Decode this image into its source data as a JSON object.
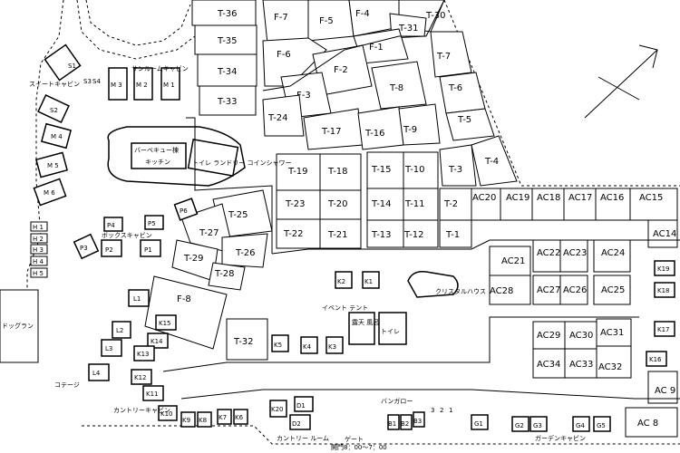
{
  "lots": {
    "t36": "T-36",
    "t35": "T-35",
    "t34": "T-34",
    "t33": "T-33",
    "f7": "F-7",
    "f5": "F-5",
    "f4": "F-4",
    "t30": "T-30",
    "t31": "T-31",
    "f6": "F-6",
    "f1": "F-1",
    "t7": "T-7",
    "f2": "F-2",
    "f3": "F-3",
    "t8": "T-8",
    "t6": "T-6",
    "t5": "T-5",
    "t24": "T-24",
    "t17": "T-17",
    "t16": "T-16",
    "t9": "T-9",
    "t4": "T-4",
    "t3": "T-3",
    "t19": "T-19",
    "t18": "T-18",
    "t15": "T-15",
    "t10": "T-10",
    "t23": "T-23",
    "t20": "T-20",
    "t14": "T-14",
    "t11": "T-11",
    "t2": "T-2",
    "t22": "T-22",
    "t21": "T-21",
    "t13": "T-13",
    "t12": "T-12",
    "t1": "T-1",
    "t25": "T-25",
    "t27": "T-27",
    "t26": "T-26",
    "t29": "T-29",
    "t28": "T-28",
    "f8": "F-8",
    "t32": "T-32",
    "ac20": "AC20",
    "ac19": "AC19",
    "ac18": "AC18",
    "ac17": "AC17",
    "ac16": "AC16",
    "ac15": "AC15",
    "ac14": "AC14",
    "ac21": "AC21",
    "ac22": "AC22",
    "ac23": "AC23",
    "ac24": "AC24",
    "ac28": "AC28",
    "ac27": "AC27",
    "ac26": "AC26",
    "ac25": "AC25",
    "ac29": "AC29",
    "ac30": "AC30",
    "ac31": "AC31",
    "ac34": "AC34",
    "ac33": "AC33",
    "ac32": "AC32",
    "ac9": "AC 9",
    "ac8": "AC 8"
  },
  "cabins": {
    "s1": "S1",
    "s2": "S2",
    "s3": "S3",
    "s4": "S4",
    "m1": "M 1",
    "m2": "M 2",
    "m3": "M 3",
    "m4": "M 4",
    "m5": "M 5",
    "m6": "M 6",
    "p1": "P1",
    "p2": "P2",
    "p3": "P3",
    "p4": "P4",
    "p5": "P5",
    "p6": "P6",
    "h1": "H 1",
    "h2": "H 2",
    "h3": "H 3",
    "h4": "H 4",
    "h5": "H 5",
    "l1": "L1",
    "l2": "L2",
    "l3": "L3",
    "l4": "L4",
    "k1": "K1",
    "k2": "K2",
    "k3": "K3",
    "k4": "K4",
    "k5": "K5",
    "k6": "K6",
    "k7": "K7",
    "k8": "K8",
    "k9": "K9",
    "k10": "K10",
    "k11": "K11",
    "k12": "K12",
    "k13": "K13",
    "k14": "K14",
    "k15": "K15",
    "k16": "K16",
    "k17": "K17",
    "k18": "K18",
    "k19": "K19",
    "k20": "K20",
    "d1": "D1",
    "d2": "D2",
    "b1": "B1",
    "b2": "B2",
    "b3": "B3",
    "g1": "G1",
    "g2": "G2",
    "g3": "G3",
    "g4": "G4",
    "g5": "G5",
    "n1": "3",
    "n2": "2",
    "n3": "1"
  },
  "facilities": {
    "suite_room_cabin": "サンルームキャビン",
    "suite_cabin": "スイートキャビン",
    "bbq": "バーベキュー棟",
    "kitchen": "キッチン",
    "toilet_laundry": "トイレ ランドリー コインシャワー",
    "box_cabin": "ボックスキャビン",
    "dog_run": "ドッグラン",
    "cottage": "コテージ",
    "country_cabin": "カントリーキャビン",
    "country_room": "カントリー ルーム",
    "toilet": "トイレ",
    "bath": "露天 風呂",
    "event": "イベント テント",
    "crystal": "クリスタルハウス",
    "garden_cabin": "ガーデンキャビン",
    "bungalow": "バンガロー",
    "gate": "ゲート",
    "hours": "開門8：00〜7：00"
  }
}
